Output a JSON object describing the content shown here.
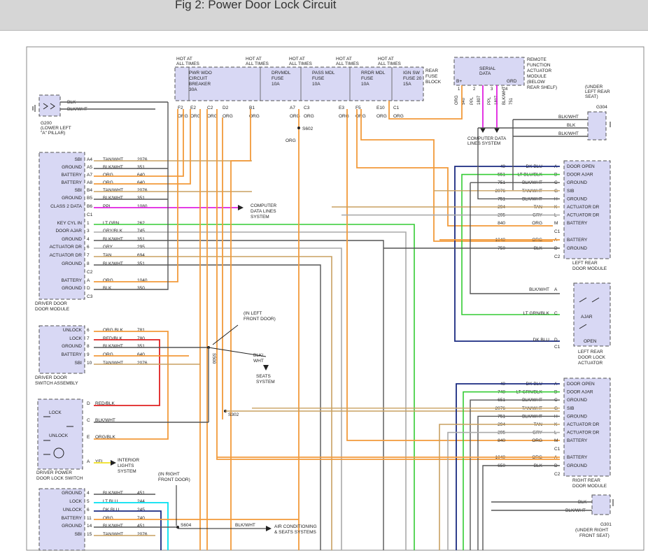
{
  "title": "Fig 2: Power Door Lock Circuit",
  "colors": {
    "orange": "#f29a3a",
    "pink": "#e020e0",
    "green": "#33cc33",
    "cyan": "#00e0f0",
    "navy": "#1a2a80",
    "red": "#e02020",
    "yellow": "#f0e020",
    "tan": "#c8a060",
    "dkgray": "#555555",
    "ltgray": "#aaaaaa",
    "box": "#d8d8f4"
  },
  "fuse_block": {
    "hot": [
      "HOT AT",
      "ALL TIMES"
    ],
    "label": [
      "REAR",
      "FUSE",
      "BLOCK"
    ],
    "fuses": [
      {
        "name": [
          "PWR WDO",
          "CIRCUIT",
          "BREAKER",
          "30A"
        ],
        "pins": [
          "F2",
          "E2",
          "C2",
          "D2"
        ]
      },
      {
        "name": [
          "DRVMDL",
          "FUSE",
          "10A"
        ],
        "pins": [
          "B1"
        ]
      },
      {
        "name": [
          "PASS MDL",
          "FUSE",
          "10A"
        ],
        "pins": [
          "A7",
          "C3"
        ]
      },
      {
        "name": [
          "RRDR MDL",
          "FUSE",
          "10A"
        ],
        "pins": [
          "E3",
          "F5"
        ]
      },
      {
        "name": [
          "IGN SW",
          "FUSE 20",
          "15A"
        ],
        "pins": [
          "E10",
          "C1"
        ]
      }
    ],
    "wire_color": "ORG"
  },
  "splices": {
    "s602": "S602",
    "s500": "S500",
    "s302": "S302",
    "s604": "S604"
  },
  "serial": {
    "box_label": [
      "SERIAL",
      "DATA"
    ],
    "pins": [
      {
        "num": "1",
        "lbl": "B+"
      },
      {
        "num": "2",
        "lbl": ""
      },
      {
        "num": "3",
        "lbl": ""
      },
      {
        "num": "4",
        "lbl": "GRD"
      }
    ],
    "wires": [
      {
        "color": "ORG",
        "circuit": "540"
      },
      {
        "color": "PPL",
        "circuit": "1807"
      },
      {
        "color": "PPL",
        "circuit": "1807"
      },
      {
        "color": "BLK/WHT",
        "circuit": "751"
      }
    ],
    "module_label": [
      "REMOTE",
      "FUNCTION",
      "ACTUATOR",
      "MODULE",
      "(BELOW",
      "REAR SHELF)"
    ],
    "dest": [
      "COMPUTER DATA",
      "LINES SYSTEM"
    ]
  },
  "g200": {
    "label": [
      "G200",
      "(LOWER LEFT",
      "\"A\" PILLAR)"
    ],
    "wires": [
      "BLK",
      "BLK/WHT"
    ]
  },
  "g304": {
    "label": [
      "(UNDER",
      "LEFT REAR",
      "SEAT)",
      "G304"
    ],
    "wires": [
      "BLK/WHT",
      "BLK",
      "BLK/WHT"
    ]
  },
  "g301": {
    "label": [
      "G301",
      "(UNDER RIGHT",
      "FRONT SEAT)"
    ],
    "wires": [
      "BLK",
      "BLK/WHT"
    ]
  },
  "driver_door_module": {
    "name": [
      "DRIVER DOOR",
      "DOOR MODULE"
    ],
    "rows": [
      {
        "term": "SBI",
        "pin": "A4",
        "color": "TAN/WHT",
        "circuit": "2076"
      },
      {
        "term": "GROUND",
        "pin": "A5",
        "color": "BLK/WHT",
        "circuit": "351"
      },
      {
        "term": "BATTERY",
        "pin": "A7",
        "color": "ORG",
        "circuit": "640"
      },
      {
        "term": "BATTERY",
        "pin": "A8",
        "color": "ORG",
        "circuit": "640"
      },
      {
        "term": "SBI",
        "pin": "B4",
        "color": "TAN/WHT",
        "circuit": "2076"
      },
      {
        "term": "GROUND",
        "pin": "B5",
        "color": "BLK/WHT",
        "circuit": "351"
      },
      {
        "term": "CLASS 2 DATA",
        "pin": "B6",
        "color": "PPL",
        "circuit": "1080"
      },
      {
        "term": "",
        "pin": "C1",
        "color": "",
        "circuit": ""
      },
      {
        "term": "KEY CYL IN",
        "pin": "1",
        "color": "LT GRN",
        "circuit": "262"
      },
      {
        "term": "DOOR AJAR",
        "pin": "3",
        "color": "GRY/BLK",
        "circuit": "745"
      },
      {
        "term": "GROUND",
        "pin": "4",
        "color": "BLK/WHT",
        "circuit": "351"
      },
      {
        "term": "ACTUATOR DR",
        "pin": "6",
        "color": "GRY",
        "circuit": "295"
      },
      {
        "term": "ACTUATOR DR",
        "pin": "7",
        "color": "TAN",
        "circuit": "694"
      },
      {
        "term": "GROUND",
        "pin": "8",
        "color": "BLK/WHT",
        "circuit": "351"
      },
      {
        "term": "",
        "pin": "C2",
        "color": "",
        "circuit": ""
      },
      {
        "term": "BATTERY",
        "pin": "A",
        "color": "ORG",
        "circuit": "1040"
      },
      {
        "term": "GROUND",
        "pin": "D",
        "color": "BLK",
        "circuit": "350"
      },
      {
        "term": "",
        "pin": "C3",
        "color": "",
        "circuit": ""
      }
    ],
    "data_dest": [
      "COMPUTER",
      "DATA LINES",
      "SYSTEM"
    ]
  },
  "switch_assembly": {
    "name": [
      "DRIVER DOOR",
      "SWITCH ASSEMBLY"
    ],
    "rows": [
      {
        "term": "UNLOCK",
        "pin": "6",
        "color": "ORG BLK",
        "circuit": "781"
      },
      {
        "term": "LOCK",
        "pin": "7",
        "color": "RED/BLK",
        "circuit": "780"
      },
      {
        "term": "GROUND",
        "pin": "8",
        "color": "BLK/WHT",
        "circuit": "351"
      },
      {
        "term": "BATTERY",
        "pin": "9",
        "color": "ORG",
        "circuit": "640"
      },
      {
        "term": "SBI",
        "pin": "10",
        "color": "TAN/WHT",
        "circuit": "2076"
      }
    ],
    "in_door": [
      "(IN LEFT",
      "FRONT DOOR)"
    ],
    "seats": [
      "BLK/",
      "WHT"
    ],
    "seats_dest": [
      "SEATS",
      "SYSTEM"
    ]
  },
  "lock_switch": {
    "name": [
      "DRIVER POWER",
      "DOOR LOCK SWITCH"
    ],
    "lock": "LOCK",
    "unlock": "UNLOCK",
    "pins": [
      {
        "pin": "D",
        "color": "RED/BLK"
      },
      {
        "pin": "C",
        "color": "BLK/WHT"
      },
      {
        "pin": "E",
        "color": "ORG/BLK"
      },
      {
        "pin": "A",
        "color": "YEL"
      }
    ],
    "dest": [
      "INTERIOR",
      "LIGHTS",
      "SYSTEM"
    ]
  },
  "pass_module": {
    "rows": [
      {
        "term": "GROUND",
        "pin": "4",
        "color": "BLK/WHT",
        "circuit": "451"
      },
      {
        "term": "LOCK",
        "pin": "5",
        "color": "LT BLU",
        "circuit": "244"
      },
      {
        "term": "UNLOCK",
        "pin": "6",
        "color": "DK BLU",
        "circuit": "245"
      },
      {
        "term": "BATTERY",
        "pin": "11",
        "color": "ORG",
        "circuit": "740"
      },
      {
        "term": "GROUND",
        "pin": "14",
        "color": "BLK/WHT",
        "circuit": "451"
      },
      {
        "term": "SBI",
        "pin": "15",
        "color": "TAN/WHT",
        "circuit": "2076"
      }
    ],
    "in_door": [
      "(IN RIGHT",
      "FRONT DOOR)"
    ],
    "ac_wire": "BLK/WHT",
    "ac_dest": [
      "AIR CONDITIONING",
      "& SEATS SYSTEMS"
    ]
  },
  "left_rear_module": {
    "name": [
      "LEFT REAR",
      "DOOR MODULE"
    ],
    "rows": [
      {
        "term": "DOOR OPEN",
        "pin": "A",
        "color": "DK BLU",
        "circuit": "49"
      },
      {
        "term": "DOOR AJAR",
        "pin": "B",
        "color": "LT BLU/BLK",
        "circuit": "551"
      },
      {
        "term": "GROUND",
        "pin": "C",
        "color": "BLK/WHT",
        "circuit": "751"
      },
      {
        "term": "SIB",
        "pin": "G",
        "color": "TAN/WHT",
        "circuit": "2076"
      },
      {
        "term": "GROUND",
        "pin": "H",
        "color": "BLK/WHT",
        "circuit": "751"
      },
      {
        "term": "ACTUATOR DR",
        "pin": "K",
        "color": "TAN",
        "circuit": "294"
      },
      {
        "term": "ACTUATOR DR",
        "pin": "L",
        "color": "GRY",
        "circuit": "295"
      },
      {
        "term": "BATTERY",
        "pin": "M",
        "color": "ORG",
        "circuit": "840"
      },
      {
        "term": "",
        "pin": "C1",
        "color": "",
        "circuit": ""
      },
      {
        "term": "BATTERY",
        "pin": "A",
        "color": "ORG",
        "circuit": "1040"
      },
      {
        "term": "GROUND",
        "pin": "D",
        "color": "BLK",
        "circuit": "750"
      },
      {
        "term": "",
        "pin": "C2",
        "color": "",
        "circuit": ""
      }
    ]
  },
  "actuator": {
    "name": [
      "LEFT REAR",
      "DOOR LOCK",
      "ACTUATOR"
    ],
    "rows": [
      {
        "pin": "A",
        "color": "BLK/WHT"
      },
      {
        "pin": "C",
        "color": "LT GRN/BLK"
      },
      {
        "pin": "D",
        "color": "DK BLU"
      },
      {
        "pin": "C1",
        "color": ""
      }
    ],
    "ajar": "AJAR",
    "open": "OPEN"
  },
  "right_rear_module": {
    "name": [
      "RIGHT REAR",
      "DOOR MODULE"
    ],
    "rows": [
      {
        "term": "DOOR OPEN",
        "pin": "A",
        "color": "DK BLU",
        "circuit": "49"
      },
      {
        "term": "DOOR AJAR",
        "pin": "B",
        "color": "LT GRN/BLK",
        "circuit": "748"
      },
      {
        "term": "GROUND",
        "pin": "C",
        "color": "BLK/WHT",
        "circuit": "651"
      },
      {
        "term": "SIB",
        "pin": "G",
        "color": "TAN/WHT",
        "circuit": "2076"
      },
      {
        "term": "GROUND",
        "pin": "H",
        "color": "BLK/WHT",
        "circuit": "751"
      },
      {
        "term": "ACTUATOR DR",
        "pin": "K",
        "color": "TAN",
        "circuit": "294"
      },
      {
        "term": "ACTUATOR DR",
        "pin": "L",
        "color": "GRY",
        "circuit": "295"
      },
      {
        "term": "BATTERY",
        "pin": "M",
        "color": "ORG",
        "circuit": "840"
      },
      {
        "term": "",
        "pin": "C1",
        "color": "",
        "circuit": ""
      },
      {
        "term": "BATTERY",
        "pin": "A",
        "color": "ORG",
        "circuit": "1040"
      },
      {
        "term": "GROUND",
        "pin": "D",
        "color": "BLK",
        "circuit": "650"
      },
      {
        "term": "",
        "pin": "C2",
        "color": "",
        "circuit": ""
      }
    ]
  }
}
